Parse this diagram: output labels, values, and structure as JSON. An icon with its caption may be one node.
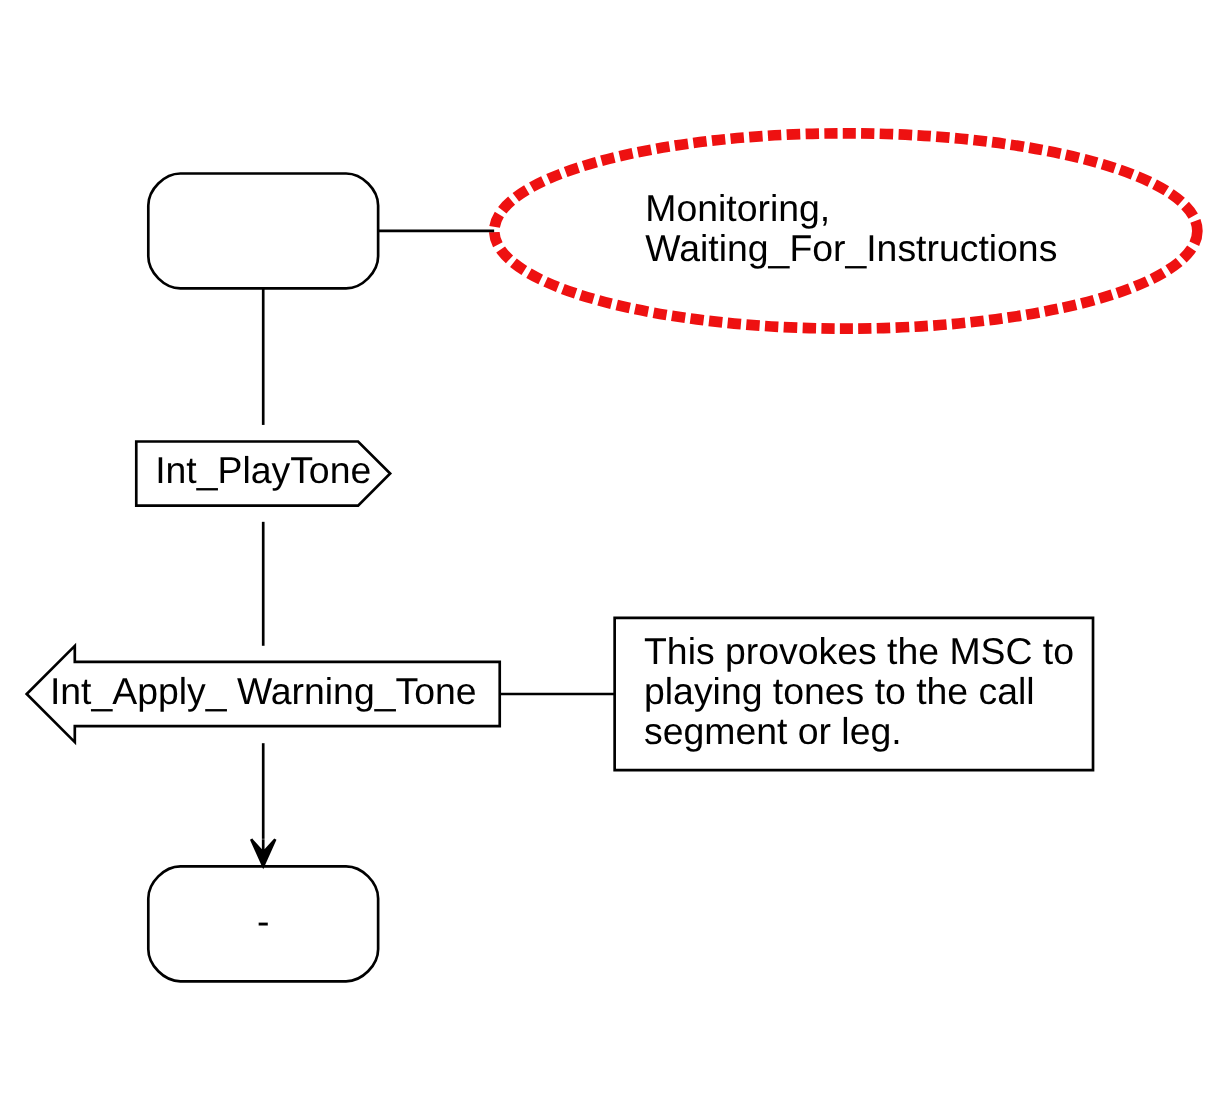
{
  "diagram": {
    "nodes": [
      {
        "text": [],
        "shape": "box"
      },
      {
        "text": [
          "Monitoring, Waiting_For_Instructions"
        ]
      },
      {
        "text": [
          "Int_PlayTone"
        ]
      },
      {
        "text": [
          "Int_Apply_ Warning_Tone"
        ]
      },
      {
        "text": [
          "This provokes the MSC to playing tones to the call segment or leg."
        ]
      },
      {
        "text": [
          "-"
        ]
      }
    ],
    "edges": [
      {
        "from": 0,
        "to": 1,
        "arrow": "none"
      },
      {
        "from": 0,
        "to": 2,
        "arrow": "none"
      },
      {
        "from": 2,
        "to": 3,
        "arrow": "none"
      },
      {
        "from": 3,
        "to": 4,
        "arrow": "none"
      },
      {
        "from": 3,
        "to": 5,
        "arrow": "to"
      }
    ]
  }
}
